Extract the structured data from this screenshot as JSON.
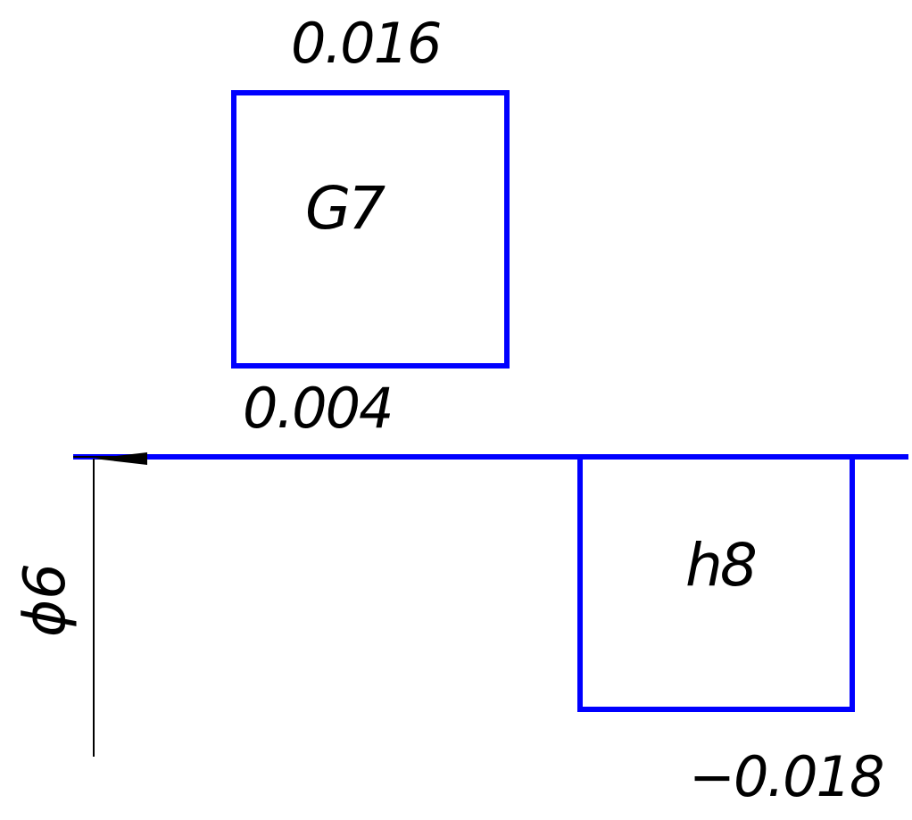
{
  "diagram": {
    "colors": {
      "tolerance_line": "#0000ff",
      "text": "#000000"
    },
    "nominal_size_label": "ϕ6",
    "hole_zone": {
      "label": "G7",
      "upper_deviation": "0.016",
      "lower_deviation": "0.004"
    },
    "shaft_zone": {
      "label": "h8",
      "lower_deviation": "−0.018"
    }
  }
}
